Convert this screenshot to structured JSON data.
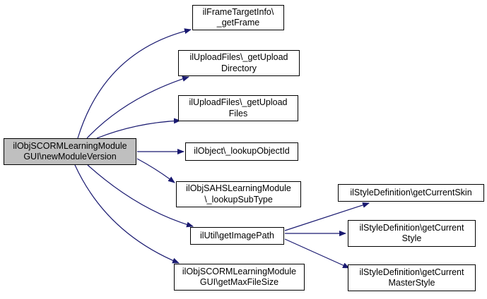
{
  "diagram": {
    "type": "call-graph",
    "background_color": "#ffffff",
    "edge_color": "#191970",
    "node_fill_color": "#ffffff",
    "node_border_color": "#000000",
    "highlight_fill_color": "#bfbfbf",
    "nodes": [
      {
        "id": "newModuleVersion",
        "lines": [
          "ilObjSCORMLearningModule",
          "GUI\\newModuleVersion"
        ],
        "highlighted": true
      },
      {
        "id": "getFrame",
        "lines": [
          "ilFrameTargetInfo\\",
          "_getFrame"
        ],
        "highlighted": false
      },
      {
        "id": "getUploadDirectory",
        "lines": [
          "ilUploadFiles\\_getUpload",
          "Directory"
        ],
        "highlighted": false
      },
      {
        "id": "getUploadFiles",
        "lines": [
          "ilUploadFiles\\_getUpload",
          "Files"
        ],
        "highlighted": false
      },
      {
        "id": "lookupObjectId",
        "lines": [
          "ilObject\\_lookupObjectId"
        ],
        "highlighted": false
      },
      {
        "id": "lookupSubType",
        "lines": [
          "ilObjSAHSLearningModule",
          "\\_lookupSubType"
        ],
        "highlighted": false
      },
      {
        "id": "getImagePath",
        "lines": [
          "ilUtil\\getImagePath"
        ],
        "highlighted": false
      },
      {
        "id": "getMaxFileSize",
        "lines": [
          "ilObjSCORMLearningModule",
          "GUI\\getMaxFileSize"
        ],
        "highlighted": false
      },
      {
        "id": "getCurrentSkin",
        "lines": [
          "ilStyleDefinition\\getCurrentSkin"
        ],
        "highlighted": false
      },
      {
        "id": "getCurrentStyle",
        "lines": [
          "ilStyleDefinition\\getCurrent",
          "Style"
        ],
        "highlighted": false
      },
      {
        "id": "getCurrentMasterStyle",
        "lines": [
          "ilStyleDefinition\\getCurrent",
          "MasterStyle"
        ],
        "highlighted": false
      }
    ],
    "edges": [
      {
        "from": "newModuleVersion",
        "to": "getFrame"
      },
      {
        "from": "newModuleVersion",
        "to": "getUploadDirectory"
      },
      {
        "from": "newModuleVersion",
        "to": "getUploadFiles"
      },
      {
        "from": "newModuleVersion",
        "to": "lookupObjectId"
      },
      {
        "from": "newModuleVersion",
        "to": "lookupSubType"
      },
      {
        "from": "newModuleVersion",
        "to": "getImagePath"
      },
      {
        "from": "newModuleVersion",
        "to": "getMaxFileSize"
      },
      {
        "from": "getImagePath",
        "to": "getCurrentSkin"
      },
      {
        "from": "getImagePath",
        "to": "getCurrentStyle"
      },
      {
        "from": "getImagePath",
        "to": "getCurrentMasterStyle"
      }
    ]
  }
}
